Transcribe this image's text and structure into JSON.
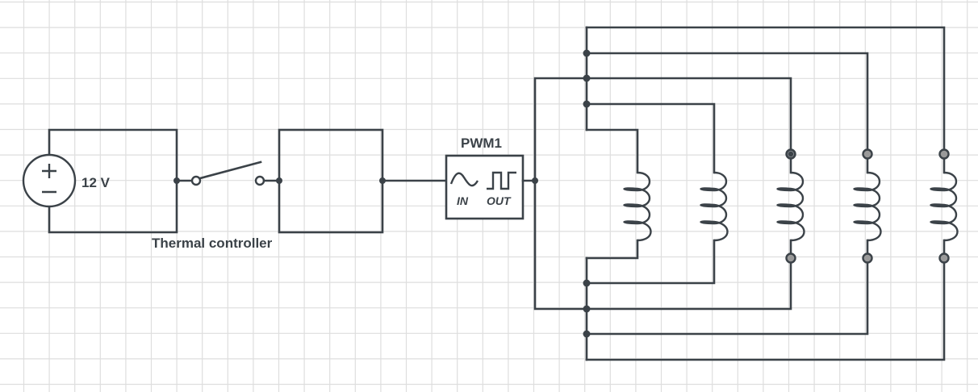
{
  "diagram": {
    "type": "circuit-schematic",
    "background": "grid",
    "colors": {
      "wire": "#3b4248",
      "grid": "#dedede",
      "terminal_fill_grey": "#9a9a9a",
      "terminal_fill_dark": "#3b4248",
      "background": "#ffffff"
    },
    "components": {
      "voltage_source": {
        "id": "dc-source",
        "label": "12 V",
        "symbol": "voltage-source-icon"
      },
      "switch": {
        "id": "thermal-switch",
        "state": "open",
        "symbol": "spst-switch-icon"
      },
      "controller_block": {
        "id": "thermal-controller",
        "label": "Thermal controller"
      },
      "pwm": {
        "id": "pwm1",
        "label": "PWM1",
        "in_label": "IN",
        "out_label": "OUT"
      },
      "inductors": [
        {
          "id": "coil-1",
          "terminals": "plain"
        },
        {
          "id": "coil-2",
          "terminals": "plain"
        },
        {
          "id": "coil-3",
          "terminals": "top-dark-bottom-grey"
        },
        {
          "id": "coil-4",
          "terminals": "grey"
        },
        {
          "id": "coil-5",
          "terminals": "grey"
        }
      ]
    },
    "connections": [
      "12 V source -> switch -> Thermal controller block -> PWM1 IN",
      "PWM1 OUT -> top bus -> coils 1-5 (top terminals)",
      "coils 1-5 (bottom terminals) -> bottom bus -> PWM1 OUT node"
    ]
  }
}
